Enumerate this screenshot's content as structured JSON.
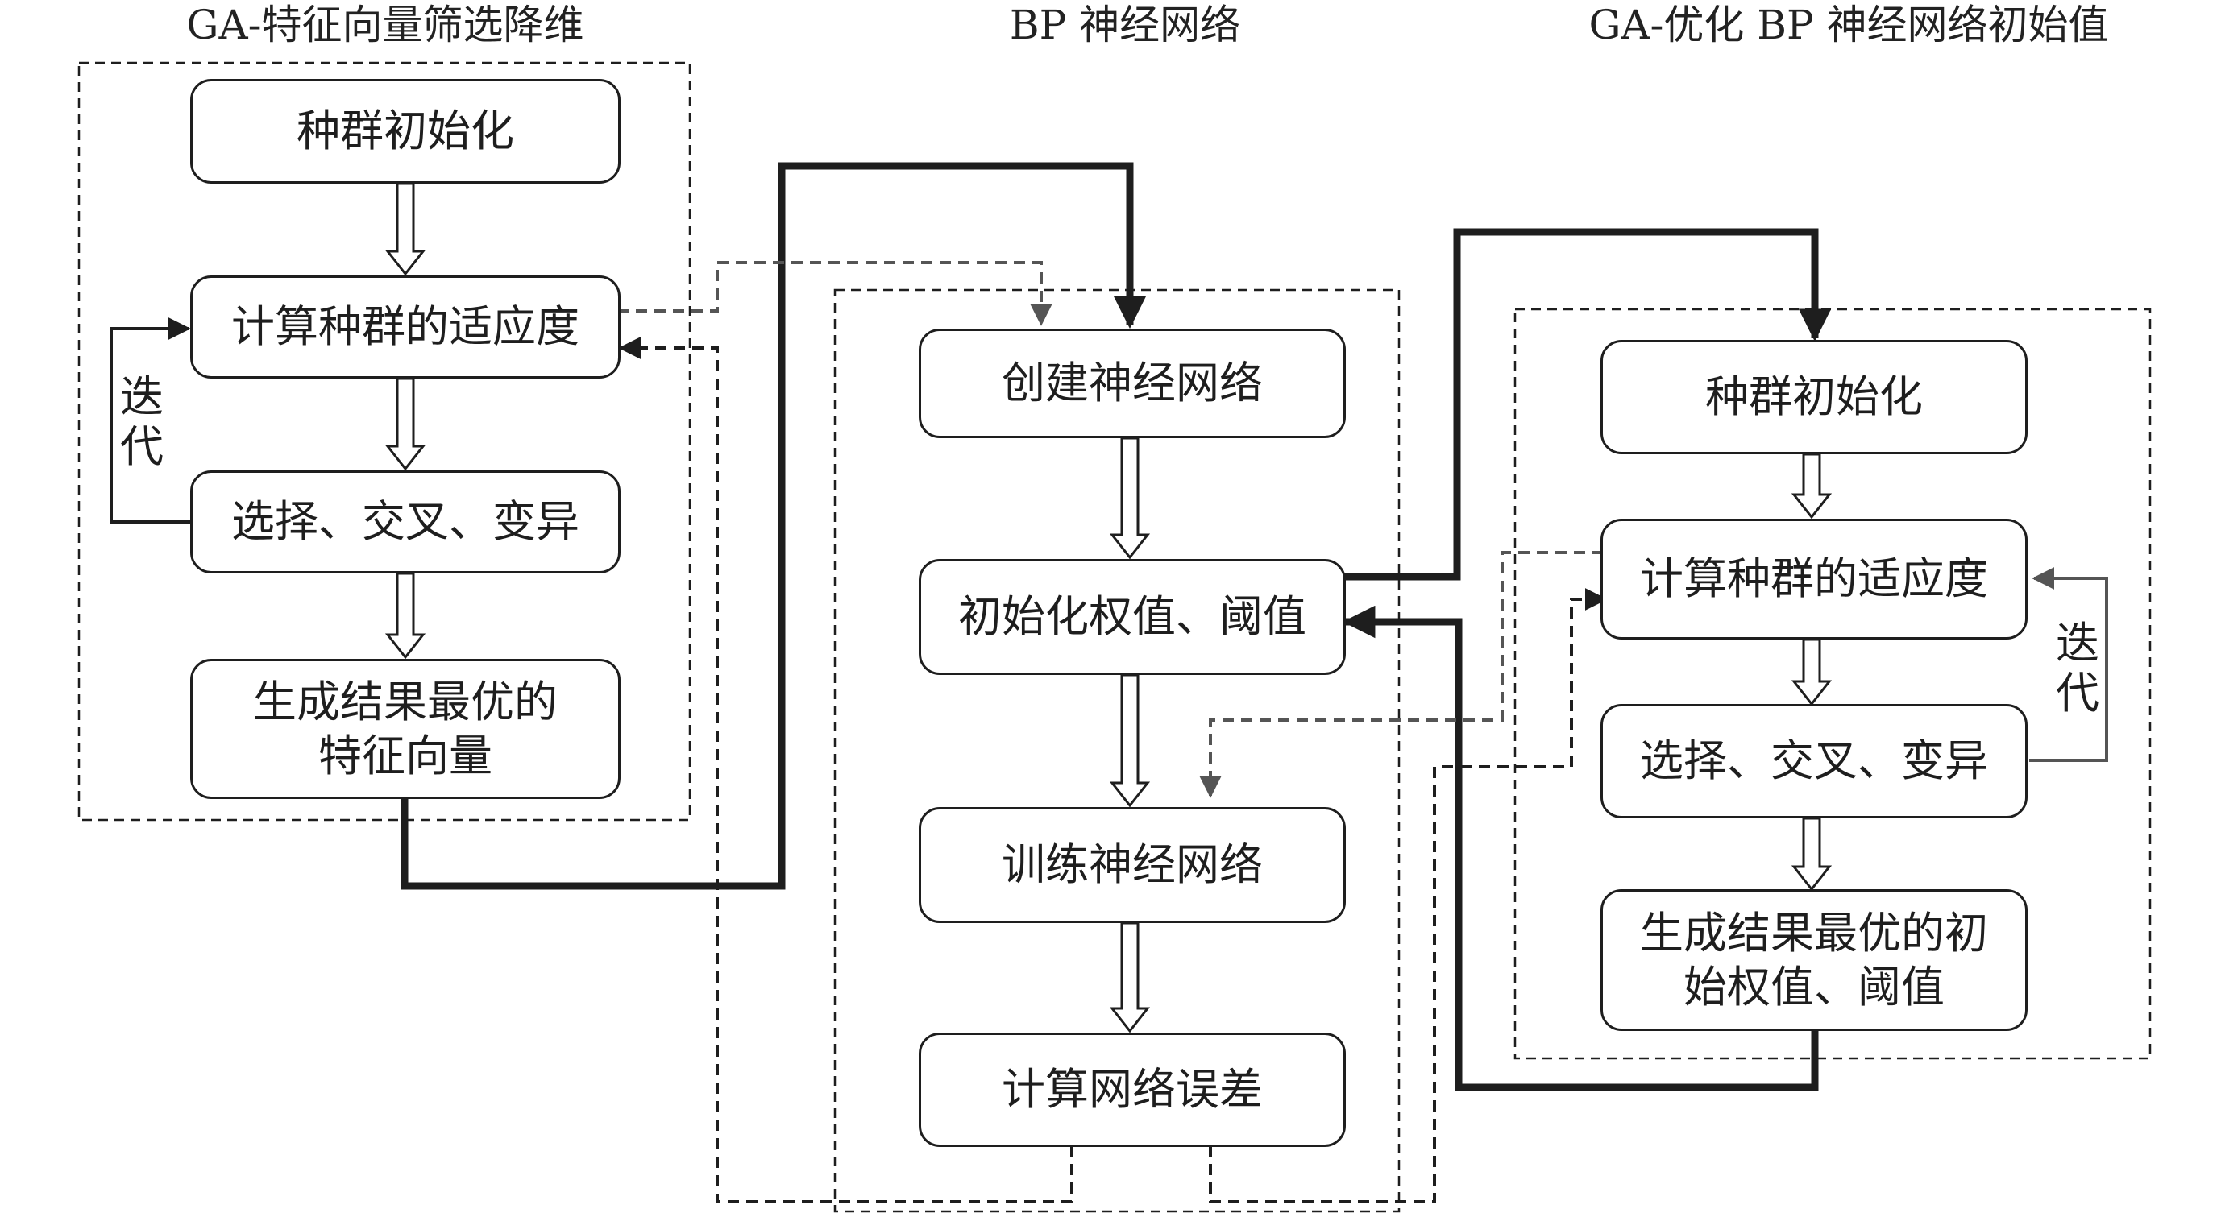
{
  "sections": [
    {
      "title": "GA-特征向量筛选降维"
    },
    {
      "title": "BP 神经网络"
    },
    {
      "title": "GA-优化 BP 神经网络初始值"
    }
  ],
  "left": {
    "init": "种群初始化",
    "fitness": "计算种群的适应度",
    "select": "选择、交叉、变异",
    "result_line1": "生成结果最优的",
    "result_line2": "特征向量",
    "iterate_1": "迭",
    "iterate_2": "代"
  },
  "middle": {
    "create": "创建神经网络",
    "init_weights": "初始化权值、阈值",
    "train": "训练神经网络",
    "error": "计算网络误差"
  },
  "right": {
    "init": "种群初始化",
    "fitness": "计算种群的适应度",
    "select": "选择、交叉、变异",
    "result_line1": "生成结果最优的初",
    "result_line2": "始权值、阈值",
    "iterate_1": "迭",
    "iterate_2": "代"
  },
  "colors": {
    "line": "#1e1e1e",
    "dashed_gray": "#555555",
    "box_border": "#1e1e1e"
  }
}
